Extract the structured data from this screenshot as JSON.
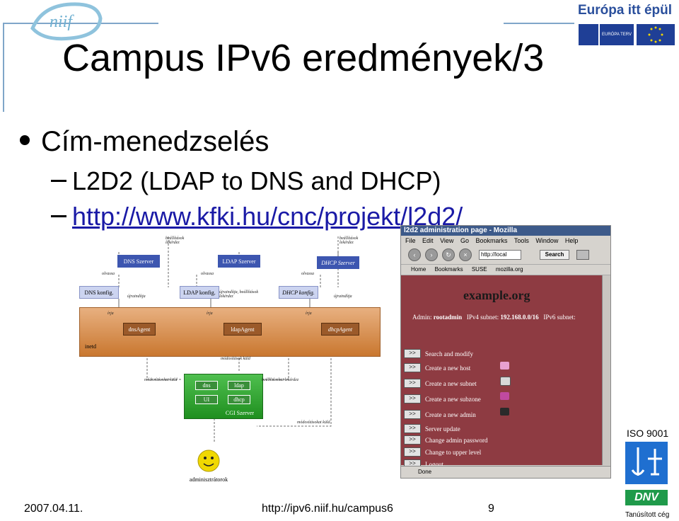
{
  "slide": {
    "title": "Campus IPv6 eredmények/3",
    "bullet": "Cím-menedzselés",
    "sub1": "L2D2 (LDAP to DNS and DHCP)",
    "sub2": "http://www.kfki.hu/cnc/projekt/l2d2/"
  },
  "logo": {
    "niif": "niif"
  },
  "eu": {
    "slogan": "Európa itt épül",
    "terv": "EURÓPA TERV"
  },
  "iso": {
    "label": "ISO 9001",
    "dnv": "DNV",
    "certified": "Tanúsított cég"
  },
  "footer": {
    "date": "2007.04.11.",
    "url": "http://ipv6.niif.hu/campus6",
    "page": "9"
  },
  "diagram": {
    "dns_server": "DNS Szerver",
    "ldap_server": "LDAP Szerver",
    "dhcp_server": "DHCP Szerver",
    "dns_config": "DNS konfig.",
    "ldap_config": "LDAP konfig.",
    "dhcp_config": "DHCP konfig.",
    "dns_agent": "dnsAgent",
    "ldap_agent": "ldapAgent",
    "dhcp_agent": "dhcpAgent",
    "inetd": "inetd",
    "cgi_dns": "dns",
    "cgi_ldap": "ldap",
    "cgi_ui": "UI",
    "cgi_dhcp": "dhcp",
    "cgi_server": "CGI Szerver",
    "admins": "adminisztrátorok",
    "lbl_settings_left": "beállítások lekérdez",
    "lbl_settings_right": "beállítások lekérdez",
    "lbl_read1": "olvassa",
    "lbl_read2": "olvassa",
    "lbl_read3": "olvassa",
    "lbl_reload1": "újraindítja",
    "lbl_reload2": "újraindítja, beállítások lekérdez",
    "lbl_reload3": "újraindítja",
    "lbl_write1": "írja",
    "lbl_write2": "írja",
    "lbl_write3": "írja",
    "lbl_send_changes": "módosítások küld",
    "lbl_send_changes2": "módosításokat küld",
    "lbl_query_settings": "beállításokat lekérdez",
    "lbl_send_changes3": "módosításokat küld"
  },
  "browser": {
    "title": "l2d2 administration page - Mozilla",
    "menu": [
      "File",
      "Edit",
      "View",
      "Go",
      "Bookmarks",
      "Tools",
      "Window",
      "Help"
    ],
    "url": "http://local",
    "search": "Search",
    "bookmarks": [
      "Home",
      "Bookmarks",
      "SUSE",
      "mozilla.org"
    ],
    "status": "Done",
    "page": {
      "heading": "example.org",
      "admin_label": "Admin:",
      "admin_value": "rootadmin",
      "ipv4_label": "IPv4 subnet:",
      "ipv4_value": "192.168.0.0/16",
      "ipv6_label": "IPv6 subnet:",
      "arrow": ">>",
      "items": [
        "Search and modify",
        "Create a new host",
        "Create a new subnet",
        "Create a new subzone",
        "Create a new admin",
        "Server update",
        "Change admin password",
        "Change to upper level",
        "Logout..."
      ]
    }
  }
}
